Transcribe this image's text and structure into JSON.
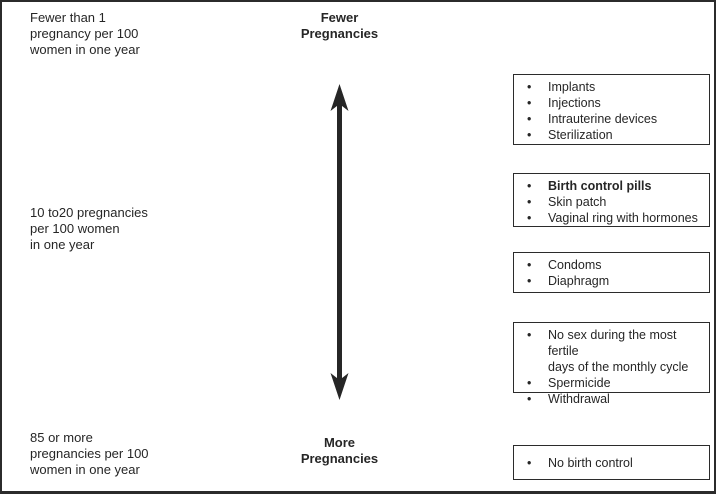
{
  "glyphs": {
    "bullet": "•"
  },
  "figure": {
    "title_context": "Effectiveness of family planning methods scale",
    "colors": {
      "ink": "#262626",
      "border": "#2b2b2b",
      "background": "#ffffff"
    },
    "left_labels": [
      "Fewer than 1\npregnancy per 100\nwomen in one year",
      "10 to20 pregnancies\nper 100 women\nin one year",
      "85 or more\npregnancies per 100\nwomen in one year"
    ],
    "scale": {
      "top_label": "Fewer\nPregnancies",
      "bottom_label": "More\nPregnancies"
    },
    "boxes": [
      {
        "items": [
          "Implants",
          "Injections",
          "Intrauterine devices",
          "Sterilization"
        ]
      },
      {
        "items": [
          "Birth control pills",
          "Skin patch",
          "Vaginal ring with hormones"
        ]
      },
      {
        "items": [
          "Condoms",
          "Diaphragm"
        ]
      },
      {
        "items": [
          "No sex during the most fertile\ndays of the monthly cycle",
          "Spermicide",
          "Withdrawal"
        ]
      },
      {
        "items": [
          "No birth control"
        ]
      }
    ]
  }
}
